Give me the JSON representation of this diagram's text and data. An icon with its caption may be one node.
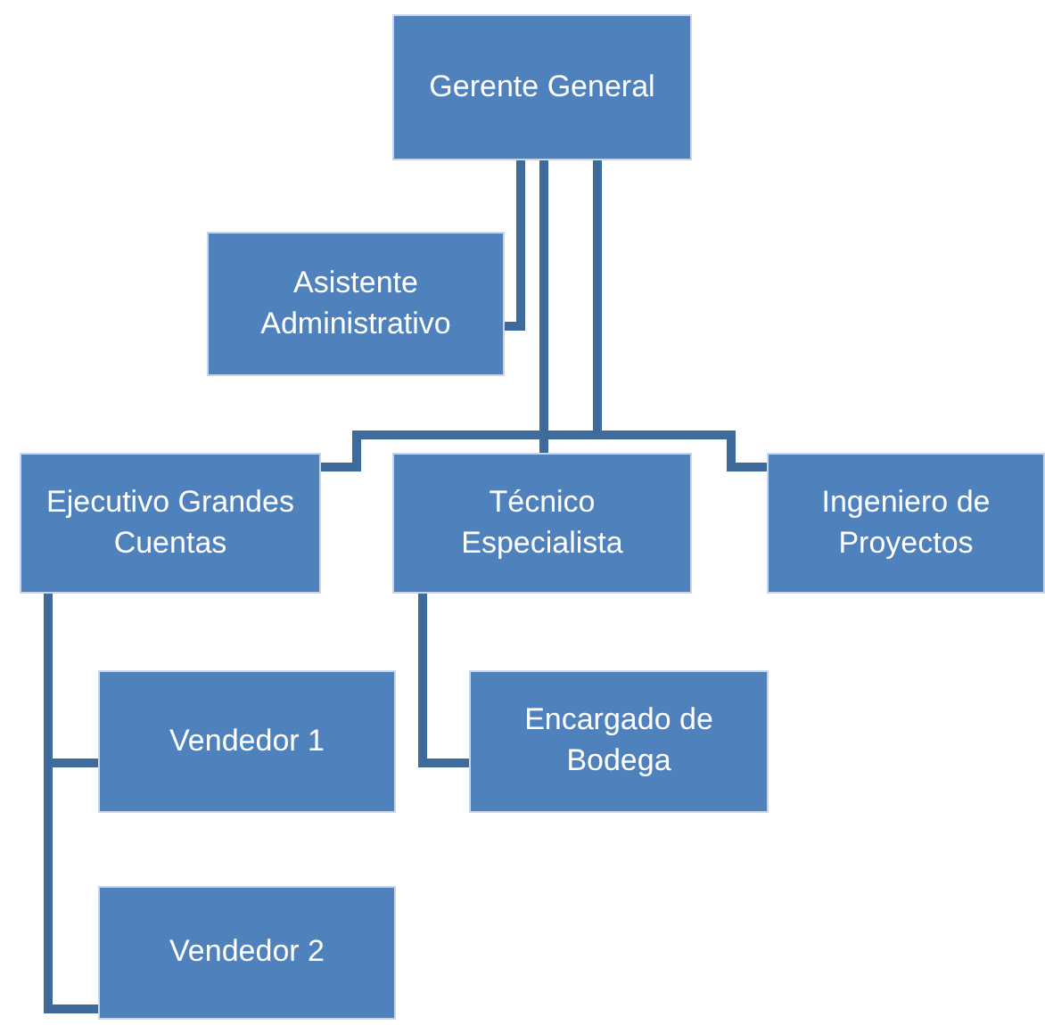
{
  "diagram": {
    "nodes": [
      {
        "text": [
          "Gerente General"
        ]
      },
      {
        "text": [
          "Asistente Administrativo"
        ]
      },
      {
        "text": [
          "Ejecutivo Grandes Cuentas"
        ]
      },
      {
        "text": [
          "Técnico Especialista"
        ]
      },
      {
        "text": [
          "Ingeniero de Proyectos"
        ]
      },
      {
        "text": [
          "Vendedor 1"
        ]
      },
      {
        "text": [
          "Encargado de Bodega"
        ]
      },
      {
        "text": [
          "Vendedor 2"
        ]
      }
    ],
    "edges": [
      {
        "from": 0,
        "to": 1,
        "arrow": "none"
      },
      {
        "from": 0,
        "to": 2,
        "arrow": "none"
      },
      {
        "from": 0,
        "to": 3,
        "arrow": "none"
      },
      {
        "from": 0,
        "to": 4,
        "arrow": "none"
      },
      {
        "from": 2,
        "to": 5,
        "arrow": "none"
      },
      {
        "from": 2,
        "to": 7,
        "arrow": "none"
      },
      {
        "from": 3,
        "to": 6,
        "arrow": "none"
      }
    ]
  }
}
